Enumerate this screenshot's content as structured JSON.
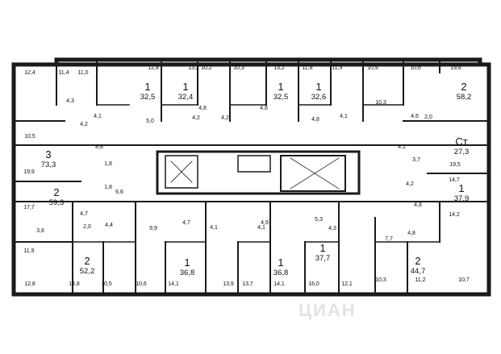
{
  "apartments": [
    {
      "rooms": "1",
      "total": "32,5"
    },
    {
      "rooms": "1",
      "total": "32,4"
    },
    {
      "rooms": "1",
      "total": "32,5"
    },
    {
      "rooms": "1",
      "total": "32,6"
    },
    {
      "rooms": "2",
      "total": "58,2"
    },
    {
      "rooms": "3",
      "total": "73,3"
    },
    {
      "rooms": "Ст",
      "total": "27,3"
    },
    {
      "rooms": "2",
      "total": "59,3"
    },
    {
      "rooms": "1",
      "total": "37,9"
    },
    {
      "rooms": "2",
      "total": "52,2"
    },
    {
      "rooms": "1",
      "total": "36,8"
    },
    {
      "rooms": "1",
      "total": "36,8"
    },
    {
      "rooms": "1",
      "total": "37,7"
    },
    {
      "rooms": "2",
      "total": "44,7"
    }
  ],
  "room_areas": [
    "12,4",
    "11,4",
    "4,3",
    "11,0",
    "12,4",
    "13,2",
    "10,2",
    "10,3",
    "13,2",
    "11,8",
    "11,9",
    "10,9",
    "10,6",
    "19,8",
    "4,2",
    "4,1",
    "5,0",
    "4,8",
    "4,2",
    "4,2",
    "4,8",
    "4,8",
    "4,1",
    "10,3",
    "4,6",
    "2,0",
    "10,5",
    "8,8",
    "4,1",
    "19,5",
    "19,9",
    "1,8",
    "1,8",
    "6,6",
    "3,7",
    "4,2",
    "14,7",
    "17,7",
    "4,8",
    "14,2",
    "4,7",
    "4,7",
    "4,9",
    "5,3",
    "2,0",
    "4,4",
    "9,9",
    "4,1",
    "4,1",
    "4,3",
    "3,8",
    "7,7",
    "4,8",
    "11,9",
    "12,8",
    "14,8",
    "10,5",
    "10,6",
    "14,1",
    "13,9",
    "13,7",
    "14,1",
    "16,0",
    "12,1",
    "10,3",
    "11,2",
    "10,7"
  ],
  "watermark": "ЦИАН"
}
